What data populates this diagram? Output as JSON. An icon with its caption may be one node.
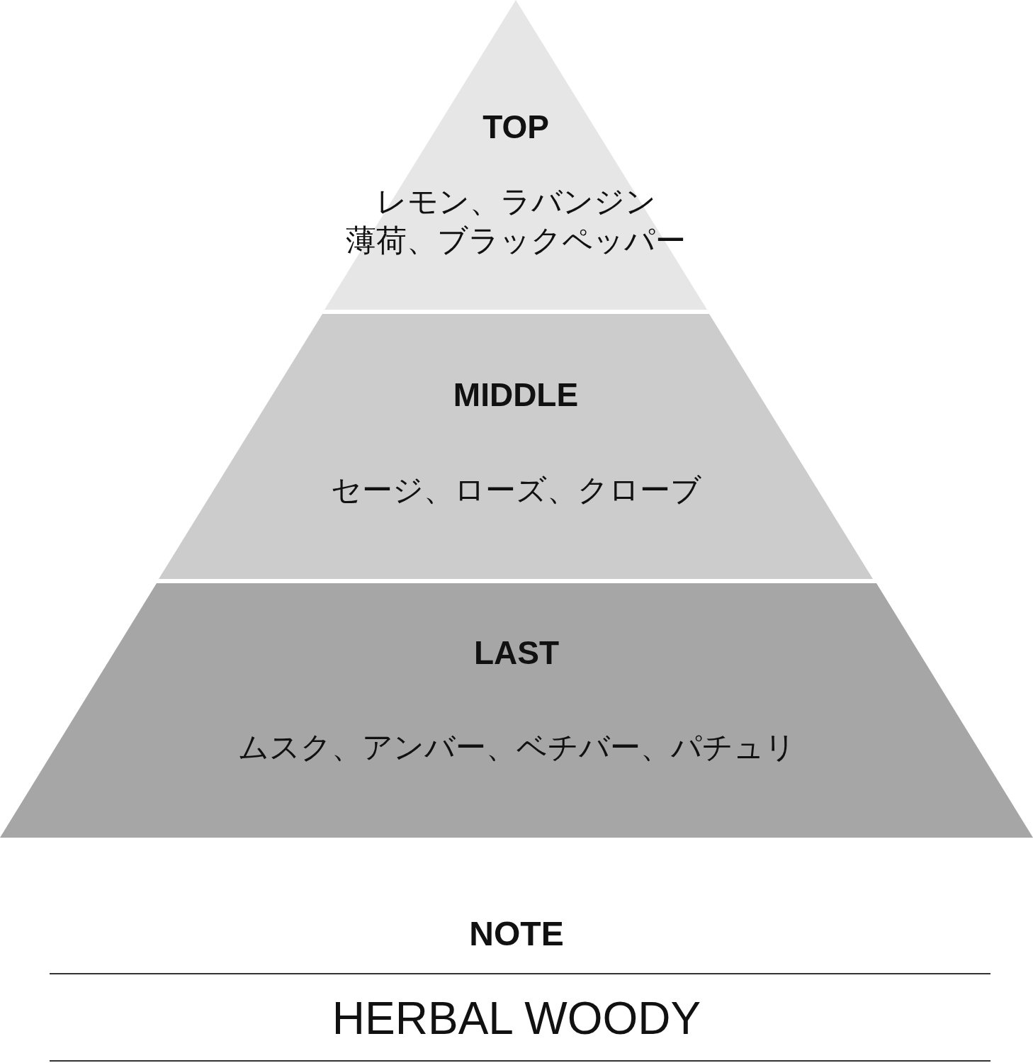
{
  "diagram": {
    "nodes": [
      {
        "text": [
          "TOP",
          "レモン、ラバンジン",
          "薄荷、ブラックペッパー"
        ]
      },
      {
        "text": [
          "MIDDLE",
          "セージ、ローズ、クローブ"
        ]
      },
      {
        "text": [
          "LAST",
          "ムスク、アンバー、ベチバー、パチュリ"
        ]
      }
    ],
    "labels": [
      "NOTE",
      "HERBAL WOODY"
    ]
  }
}
